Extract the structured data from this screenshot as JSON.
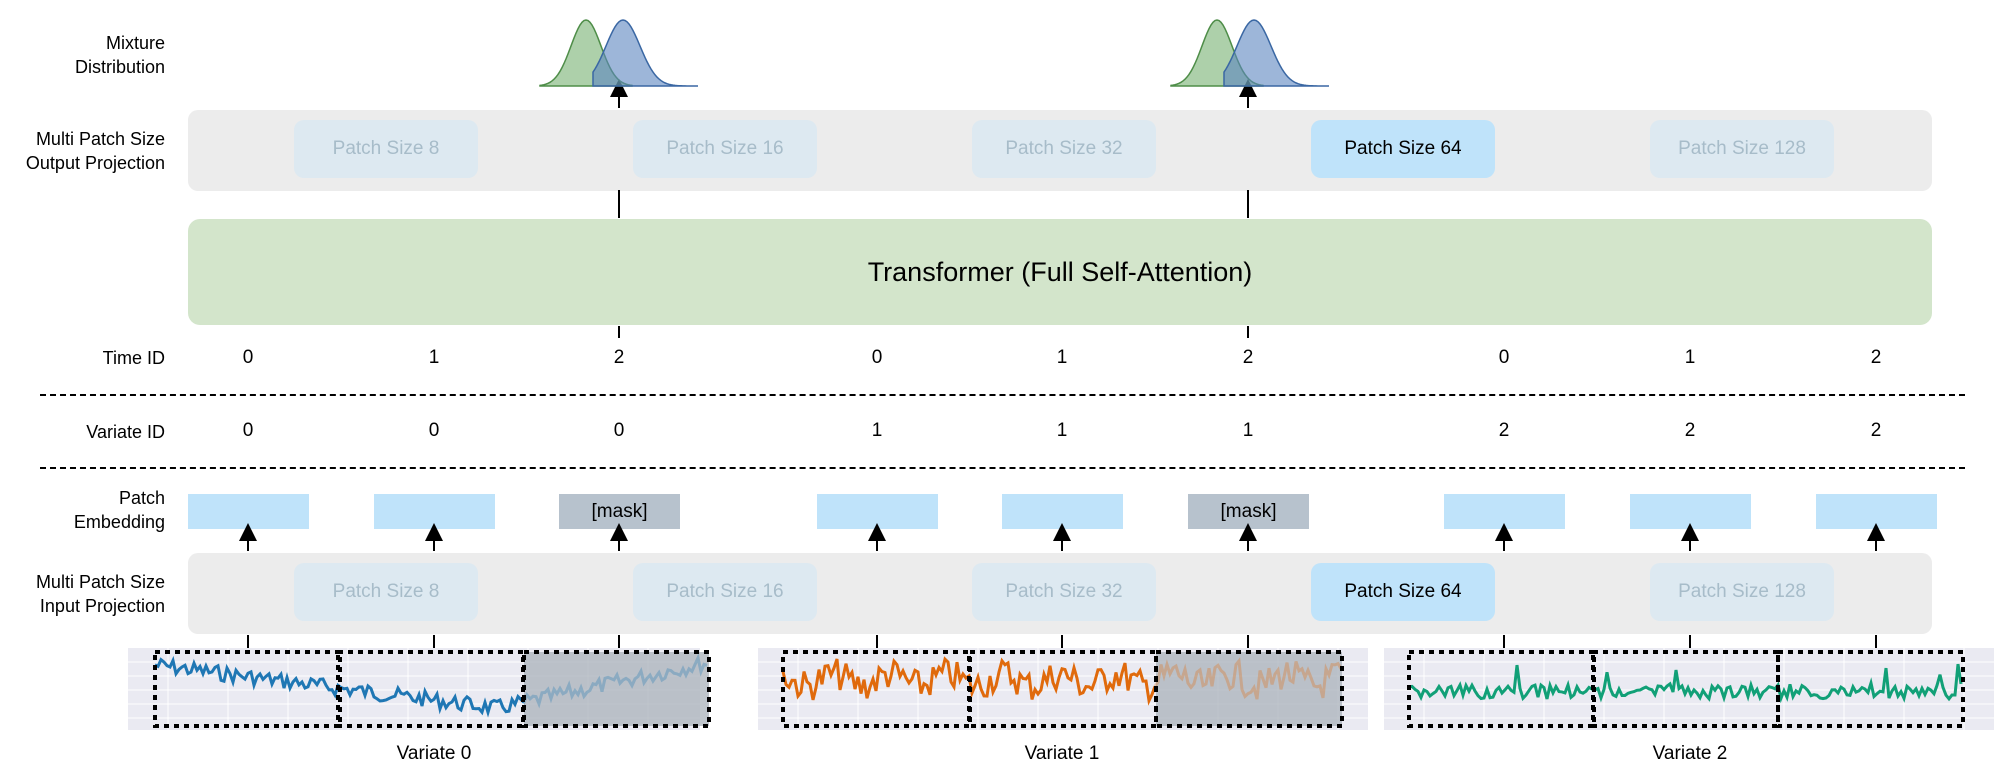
{
  "row_labels": {
    "mixture": [
      "Mixture",
      "Distribution"
    ],
    "output_proj": [
      "Multi Patch Size",
      "Output Projection"
    ],
    "time_id": "Time ID",
    "variate_id": "Variate ID",
    "patch_embedding": [
      "Patch",
      "Embedding"
    ],
    "input_proj": [
      "Multi Patch Size",
      "Input Projection"
    ]
  },
  "patch_sizes": [
    {
      "label": "Patch Size 8",
      "active": false
    },
    {
      "label": "Patch Size 16",
      "active": false
    },
    {
      "label": "Patch Size 32",
      "active": false
    },
    {
      "label": "Patch Size 64",
      "active": true
    },
    {
      "label": "Patch Size 128",
      "active": false
    }
  ],
  "transformer_label": "Transformer (Full Self-Attention)",
  "time_ids": [
    "0",
    "1",
    "2",
    "0",
    "1",
    "2",
    "0",
    "1",
    "2"
  ],
  "variate_ids": [
    "0",
    "0",
    "0",
    "1",
    "1",
    "1",
    "2",
    "2",
    "2"
  ],
  "embeddings": [
    {
      "masked": false,
      "label": ""
    },
    {
      "masked": false,
      "label": ""
    },
    {
      "masked": true,
      "label": "[mask]"
    },
    {
      "masked": false,
      "label": ""
    },
    {
      "masked": false,
      "label": ""
    },
    {
      "masked": true,
      "label": "[mask]"
    },
    {
      "masked": false,
      "label": ""
    },
    {
      "masked": false,
      "label": ""
    },
    {
      "masked": false,
      "label": ""
    }
  ],
  "variates": [
    {
      "label": "Variate 0",
      "color": "#1f77b4",
      "masked_last": true
    },
    {
      "label": "Variate 1",
      "color": "#e06a0c",
      "masked_last": true
    },
    {
      "label": "Variate 2",
      "color": "#11a077",
      "masked_last": false
    }
  ],
  "colors": {
    "panel": "#ececec",
    "patch_inactive": "#dde9f1",
    "patch_active": "#bfe3fa",
    "transformer": "#d3e5cb",
    "mask": "#b7c2cd",
    "dist_green": "#6aaa64",
    "dist_blue": "#5b86bf"
  }
}
